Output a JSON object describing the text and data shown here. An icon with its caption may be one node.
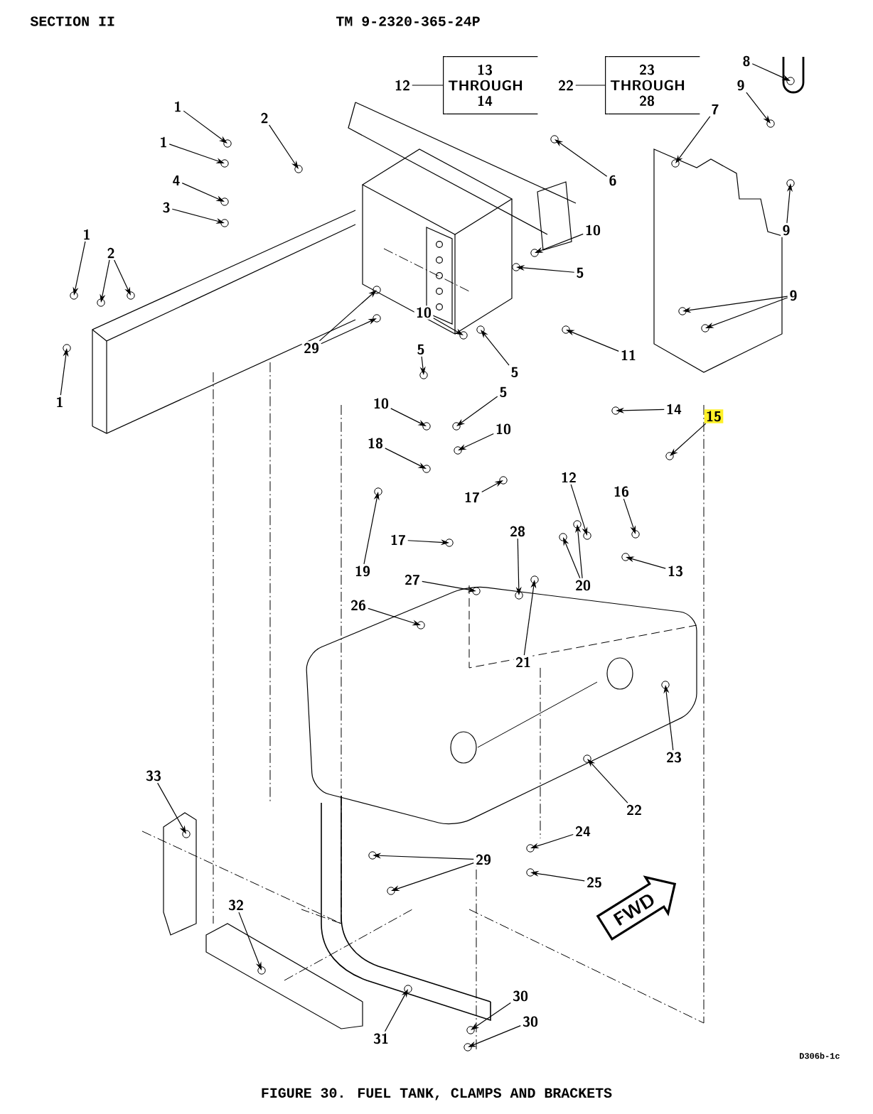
{
  "diagram": {
    "caption": "FIGURE 30.  FUEL TANK, CLAMPS AND BRACKETS",
    "nodes": [
      {
        "text": [
          "12"
        ]
      },
      {
        "text": [
          "13 THROUGH 14"
        ]
      },
      {
        "text": [
          "22"
        ]
      },
      {
        "text": [
          "23 THROUGH 28"
        ]
      },
      {
        "text": [
          "8"
        ]
      },
      {
        "text": [
          "9"
        ]
      },
      {
        "text": [
          "1"
        ]
      },
      {
        "text": [
          "2"
        ]
      },
      {
        "text": [
          "7"
        ]
      },
      {
        "text": [
          "1"
        ]
      },
      {
        "text": [
          "6"
        ]
      },
      {
        "text": [
          "4"
        ]
      },
      {
        "text": [
          "9"
        ]
      },
      {
        "text": [
          "3"
        ]
      },
      {
        "text": [
          "1"
        ]
      },
      {
        "text": [
          "10"
        ]
      },
      {
        "text": [
          "2"
        ]
      },
      {
        "text": [
          "5"
        ]
      },
      {
        "text": [
          "9"
        ]
      },
      {
        "text": [
          "29"
        ]
      },
      {
        "text": [
          "10"
        ]
      },
      {
        "text": [
          "5"
        ]
      },
      {
        "text": [
          "5"
        ]
      },
      {
        "text": [
          "11"
        ]
      },
      {
        "text": [
          "1"
        ]
      },
      {
        "text": [
          "10"
        ]
      },
      {
        "text": [
          "5"
        ]
      },
      {
        "text": [
          "10"
        ]
      },
      {
        "text": [
          "14"
        ]
      },
      {
        "text": [
          "15"
        ]
      },
      {
        "text": [
          "18"
        ]
      },
      {
        "text": [
          "17"
        ]
      },
      {
        "text": [
          "12"
        ]
      },
      {
        "text": [
          "16"
        ]
      },
      {
        "text": [
          "17"
        ]
      },
      {
        "text": [
          "28"
        ]
      },
      {
        "text": [
          "19"
        ]
      },
      {
        "text": [
          "20"
        ]
      },
      {
        "text": [
          "13"
        ]
      },
      {
        "text": [
          "27"
        ]
      },
      {
        "text": [
          "26"
        ]
      },
      {
        "text": [
          "21"
        ]
      },
      {
        "text": [
          "33"
        ]
      },
      {
        "text": [
          "23"
        ]
      },
      {
        "text": [
          "22"
        ]
      },
      {
        "text": [
          "24"
        ]
      },
      {
        "text": [
          "29"
        ]
      },
      {
        "text": [
          "25"
        ]
      },
      {
        "text": [
          "FWD"
        ]
      },
      {
        "text": [
          "32"
        ]
      },
      {
        "text": [
          "31"
        ]
      },
      {
        "text": [
          "30"
        ]
      },
      {
        "text": [
          "30"
        ]
      }
    ],
    "edges": [
      {
        "from": 0,
        "to": 1,
        "arrow": "none"
      },
      {
        "from": 2,
        "to": 3,
        "arrow": "none"
      },
      {
        "from": 4,
        "to": null,
        "arrow": "to"
      },
      {
        "from": 5,
        "to": null,
        "arrow": "to"
      },
      {
        "from": 6,
        "to": null,
        "arrow": "to"
      },
      {
        "from": 7,
        "to": null,
        "arrow": "to"
      },
      {
        "from": 8,
        "to": null,
        "arrow": "to"
      },
      {
        "from": 9,
        "to": null,
        "arrow": "to"
      },
      {
        "from": 10,
        "to": null,
        "arrow": "to"
      },
      {
        "from": 11,
        "to": null,
        "arrow": "to"
      },
      {
        "from": 12,
        "to": null,
        "arrow": "to"
      },
      {
        "from": 13,
        "to": null,
        "arrow": "to"
      },
      {
        "from": 14,
        "to": null,
        "arrow": "to"
      },
      {
        "from": 15,
        "to": null,
        "arrow": "to"
      },
      {
        "from": 16,
        "to": null,
        "arrow": "to"
      },
      {
        "from": 16,
        "to": null,
        "arrow": "to"
      },
      {
        "from": 17,
        "to": null,
        "arrow": "to"
      },
      {
        "from": 18,
        "to": null,
        "arrow": "to"
      },
      {
        "from": 18,
        "to": null,
        "arrow": "to"
      },
      {
        "from": 19,
        "to": null,
        "arrow": "to"
      },
      {
        "from": 19,
        "to": null,
        "arrow": "to"
      },
      {
        "from": 20,
        "to": null,
        "arrow": "to"
      },
      {
        "from": 21,
        "to": null,
        "arrow": "to"
      },
      {
        "from": 22,
        "to": null,
        "arrow": "to"
      },
      {
        "from": 23,
        "to": null,
        "arrow": "to"
      },
      {
        "from": 24,
        "to": null,
        "arrow": "to"
      },
      {
        "from": 25,
        "to": null,
        "arrow": "to"
      },
      {
        "from": 26,
        "to": null,
        "arrow": "to"
      },
      {
        "from": 27,
        "to": null,
        "arrow": "to"
      },
      {
        "from": 28,
        "to": null,
        "arrow": "to"
      },
      {
        "from": 29,
        "to": null,
        "arrow": "to"
      },
      {
        "from": 30,
        "to": null,
        "arrow": "to"
      },
      {
        "from": 31,
        "to": null,
        "arrow": "to"
      },
      {
        "from": 32,
        "to": null,
        "arrow": "to"
      },
      {
        "from": 33,
        "to": null,
        "arrow": "to"
      },
      {
        "from": 34,
        "to": null,
        "arrow": "to"
      },
      {
        "from": 35,
        "to": null,
        "arrow": "to"
      },
      {
        "from": 36,
        "to": null,
        "arrow": "to"
      },
      {
        "from": 37,
        "to": null,
        "arrow": "to"
      },
      {
        "from": 37,
        "to": null,
        "arrow": "to"
      },
      {
        "from": 38,
        "to": null,
        "arrow": "to"
      },
      {
        "from": 39,
        "to": null,
        "arrow": "to"
      },
      {
        "from": 40,
        "to": null,
        "arrow": "to"
      },
      {
        "from": 41,
        "to": null,
        "arrow": "to"
      },
      {
        "from": 42,
        "to": null,
        "arrow": "to"
      },
      {
        "from": 43,
        "to": null,
        "arrow": "to"
      },
      {
        "from": 44,
        "to": null,
        "arrow": "to"
      },
      {
        "from": 45,
        "to": null,
        "arrow": "to"
      },
      {
        "from": 46,
        "to": null,
        "arrow": "to"
      },
      {
        "from": 46,
        "to": null,
        "arrow": "to"
      },
      {
        "from": 47,
        "to": null,
        "arrow": "to"
      },
      {
        "from": 49,
        "to": null,
        "arrow": "to"
      },
      {
        "from": 50,
        "to": null,
        "arrow": "to"
      },
      {
        "from": 51,
        "to": null,
        "arrow": "to"
      },
      {
        "from": 52,
        "to": null,
        "arrow": "to"
      }
    ],
    "labels": [
      "SECTION II",
      "TM 9-2320-365-24P",
      "D306b-1c"
    ]
  }
}
